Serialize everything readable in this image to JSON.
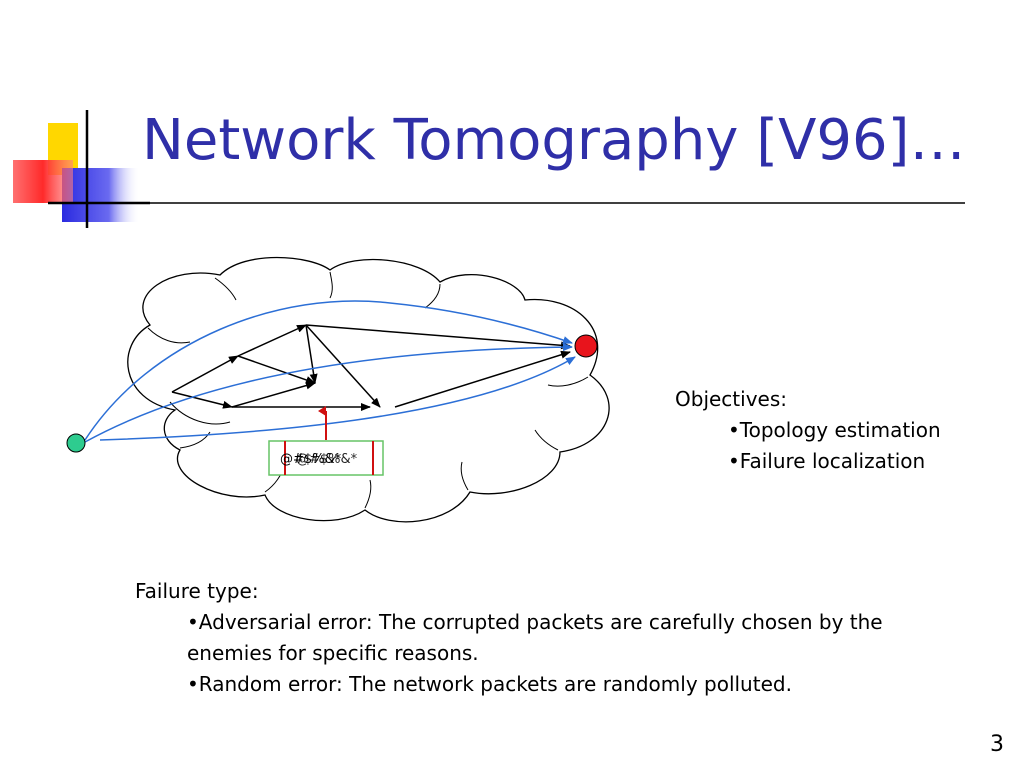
{
  "slide": {
    "title": "Network Tomography [V96]…",
    "page_number": "3"
  },
  "diagram": {
    "packet_label": "@#$%&*",
    "colors": {
      "edges": "#000000",
      "probe_paths": "#2c6fd6",
      "source_node": "#2ecc8f",
      "destination_node": "#e8141c",
      "packet_box": "#67c467",
      "packet_arrow": "#d01010"
    }
  },
  "objectives": {
    "heading": "Objectives:",
    "items": [
      "•Topology estimation",
      "•Failure localization"
    ]
  },
  "failure": {
    "heading": "Failure type:",
    "items": [
      "•Adversarial error: The corrupted packets are carefully chosen by the enemies for specific reasons.",
      "•Random error: The network packets are randomly polluted."
    ]
  },
  "decoration_colors": {
    "yellow": "#ffd700",
    "blue": "#2b2be0",
    "red": "#ff3030",
    "line": "#000000"
  }
}
